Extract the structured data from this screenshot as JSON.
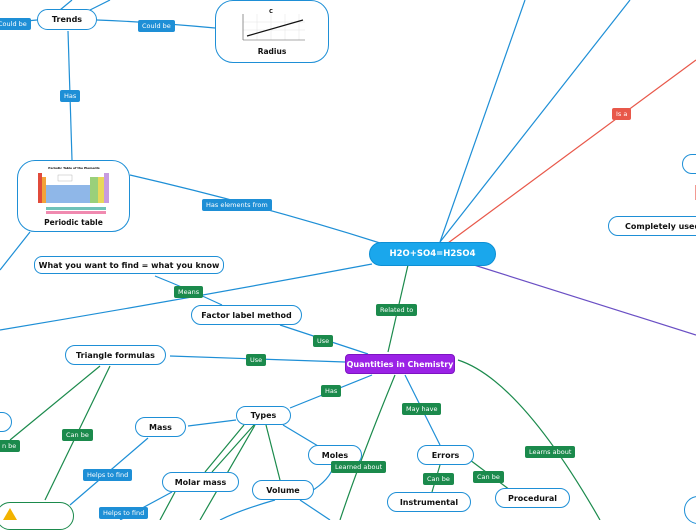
{
  "central": "H2O+SO4=H2SO4",
  "hub": "Quantities in Chemistry",
  "nodes": {
    "trends": "Trends",
    "radius": "Radius",
    "radius_chart_letter": "C",
    "periodic_table": "Periodic table",
    "periodic_table_heading": "Periodic Table of the Elements",
    "what_you_want": "What you want to find = what you know",
    "factor_label": "Factor label method",
    "triangle": "Triangle formulas",
    "types": "Types",
    "mass": "Mass",
    "molar_mass": "Molar mass",
    "moles": "Moles",
    "volume": "Volume",
    "errors": "Errors",
    "instrumental": "Instrumental",
    "procedural": "Procedural",
    "completely_used": "Completely used u"
  },
  "labels": {
    "could_be_left": "Could be",
    "could_be": "Could be",
    "has": "Has",
    "has_elements": "Has elements from",
    "means": "Means",
    "use_1": "Use",
    "use_2": "Use",
    "related_to": "Related to",
    "has_2": "Has",
    "may_have": "May have",
    "learns_about": "Learns about",
    "learned_about": "Learned about",
    "can_be_1": "Can be",
    "can_be_2": "Can be",
    "can_be_3": "Can be",
    "can_be_left": "n be",
    "helps_to_find_1": "Helps to find",
    "helps_to_find_2": "Helps to find",
    "is_a": "Is a"
  },
  "colors": {
    "blue": "#1e8fd6",
    "green": "#1b8a4c",
    "red": "#e8584a",
    "purple": "#6a4fc4",
    "central": "#1aa7ec",
    "hub": "#9b22e6"
  }
}
